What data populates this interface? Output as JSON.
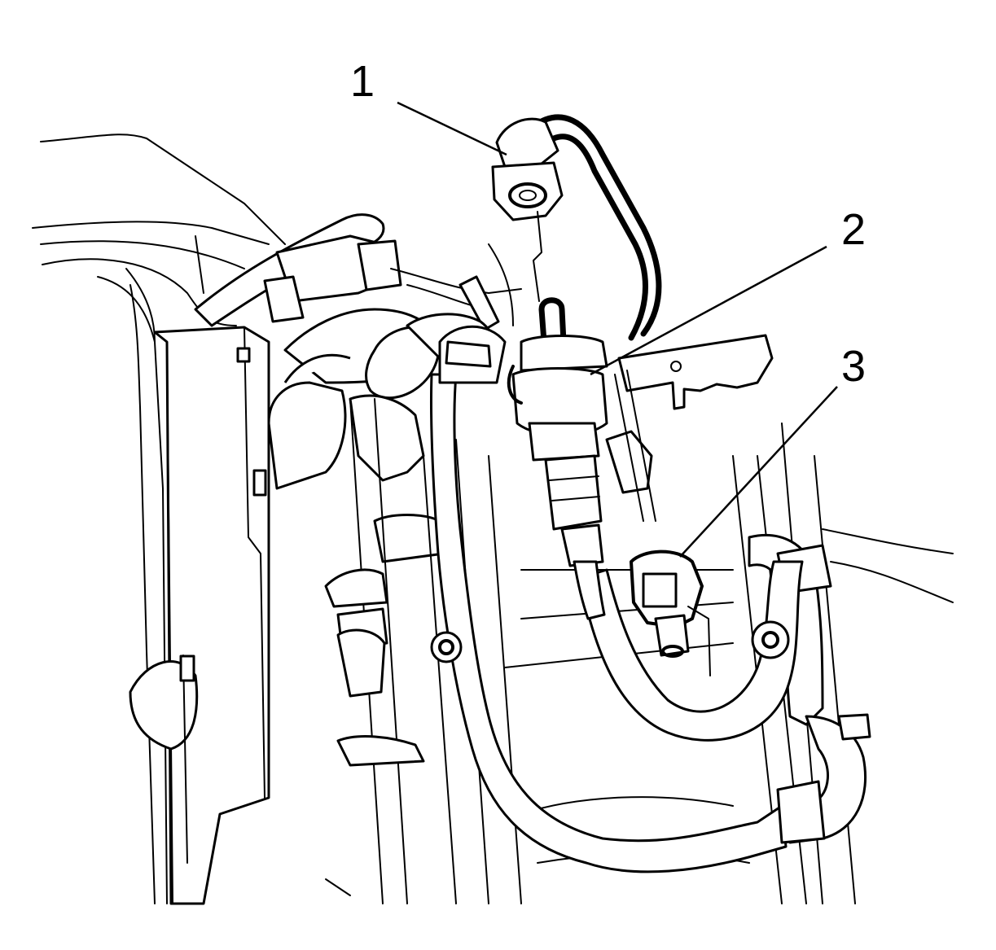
{
  "figure": {
    "callouts": [
      {
        "label": "1",
        "part": "fuel-line-nut"
      },
      {
        "label": "2",
        "part": "evap-purge-solenoid"
      },
      {
        "label": "3",
        "part": "electrical-connector"
      }
    ]
  },
  "colors": {
    "line": "#000000",
    "background": "#ffffff"
  }
}
